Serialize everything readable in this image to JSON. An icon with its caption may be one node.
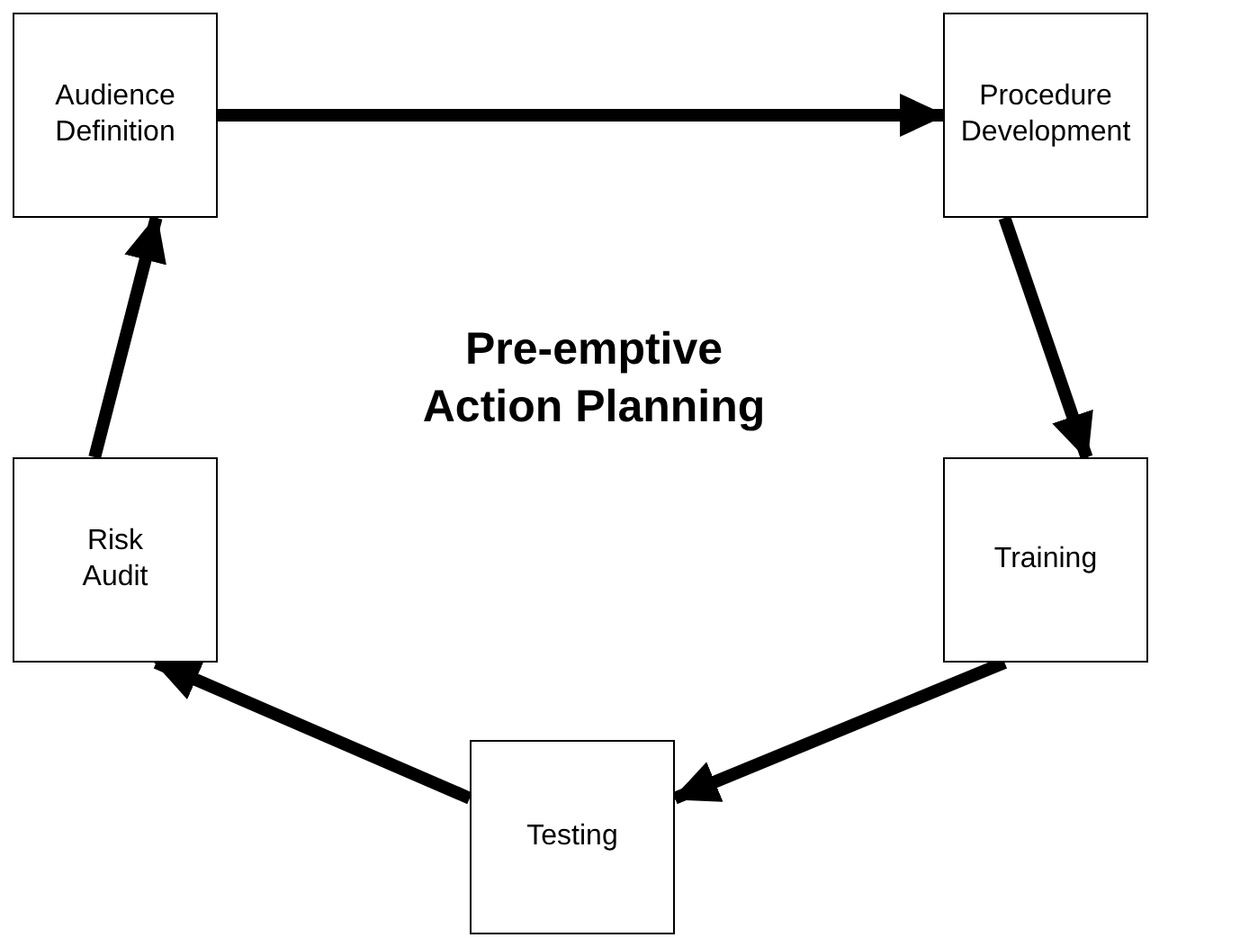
{
  "diagram": {
    "title": "Pre-emptive Action Planning",
    "nodes": [
      {
        "text": [
          "Audience Definition"
        ]
      },
      {
        "text": [
          "Procedure Development"
        ]
      },
      {
        "text": [
          "Training"
        ]
      },
      {
        "text": [
          "Testing"
        ]
      },
      {
        "text": [
          "Risk Audit"
        ]
      }
    ],
    "edges": [
      {
        "from": 0,
        "to": 1,
        "arrow": "to"
      },
      {
        "from": 1,
        "to": 2,
        "arrow": "to"
      },
      {
        "from": 2,
        "to": 3,
        "arrow": "to"
      },
      {
        "from": 3,
        "to": 4,
        "arrow": "to"
      },
      {
        "from": 4,
        "to": 0,
        "arrow": "to"
      }
    ]
  }
}
